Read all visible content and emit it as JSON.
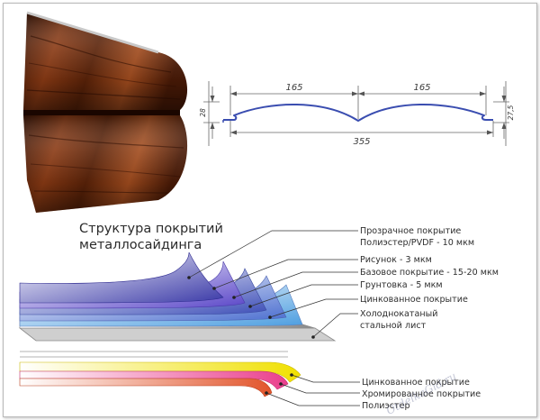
{
  "diagram": {
    "title_line1": "Структура покрытий",
    "title_line2": "металлосайдинга",
    "profile": {
      "left_span": "165",
      "right_span": "165",
      "total_width": "355",
      "left_height": "28",
      "right_height": "27,5"
    },
    "layers_top": [
      {
        "line1": "Прозрачное покрытие",
        "line2": "Полиэстер/PVDF - 10 мкм"
      },
      {
        "line1": "Рисунок - 3 мкм"
      },
      {
        "line1": "Базовое покрытие - 15-20 мкм"
      },
      {
        "line1": "Грунтовка - 5 мкм"
      },
      {
        "line1": "Цинкованное покрытие"
      },
      {
        "line1": "Холоднокатаный",
        "line2": "стальной лист"
      }
    ],
    "layers_bottom": [
      {
        "line1": "Цинкованное покрытие"
      },
      {
        "line1": "Хромированное покрытие"
      },
      {
        "line1": "Полиэстер"
      }
    ],
    "watermark": "OtdelkaGid.ru",
    "colors": {
      "profile_line": "#3a4db0",
      "dimension_line": "#666666",
      "wood_dark": "#4a1c08",
      "wood_light": "#a14a1c"
    }
  }
}
